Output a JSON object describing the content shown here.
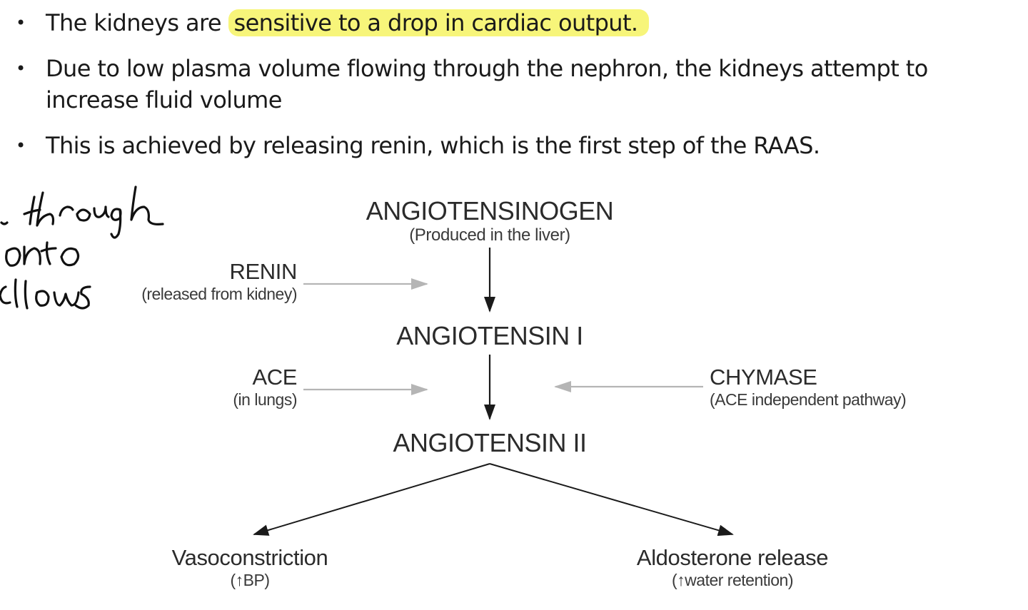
{
  "bullets": [
    {
      "plain": "The kidneys are ",
      "highlight": "sensitive to a drop in cardiac output.",
      "rest": ""
    },
    {
      "plain": "Due to low plasma volume flowing through the nephron, the kidneys attempt to increase fluid volume",
      "highlight": "",
      "rest": ""
    },
    {
      "plain": "This is achieved by releasing renin, which is the first step of the RAAS.",
      "highlight": "",
      "rest": ""
    }
  ],
  "bullet_symbol": "•",
  "diagram": {
    "angiotensinogen": {
      "label": "ANGIOTENSINOGEN",
      "note": "(Produced in the liver)"
    },
    "renin": {
      "label": "RENIN",
      "note": "(released from kidney)"
    },
    "angiotensin_1": {
      "label": "ANGIOTENSIN I"
    },
    "ace": {
      "label": "ACE",
      "note": "(in lungs)"
    },
    "chymase": {
      "label": "CHYMASE",
      "note": "(ACE independent pathway)"
    },
    "angiotensin_2": {
      "label": "ANGIOTENSIN II"
    },
    "vasoconstriction": {
      "label": "Vasoconstriction",
      "note": "(↑BP)"
    },
    "aldosterone": {
      "label": "Aldosterone release",
      "note": "(↑water retention)"
    }
  },
  "handwriting": {
    "description": "partial handwritten annotation cut off at left edge"
  },
  "colors": {
    "highlight": "#f7f57a",
    "arrow_dark": "#1a1a1a",
    "arrow_light": "#b5b5b5",
    "text": "#1a1a1a"
  }
}
